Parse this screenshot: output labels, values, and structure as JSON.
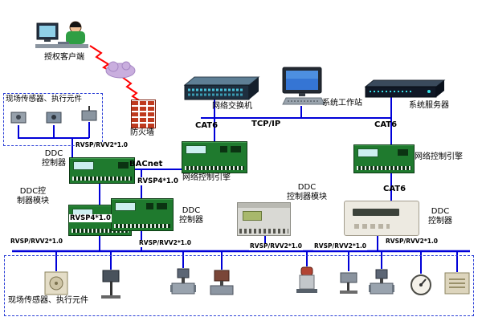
{
  "colors": {
    "wire_blue": "#0000d8",
    "lightning_red": "#ff0000",
    "dashed_zone_blue": "#2b3fd6",
    "pcb_green": "#1f7a2e",
    "firewall_red": "#bf3a1e",
    "cloud_purple": "#c9aede"
  },
  "nodes": {
    "client": {
      "label": "授权客户端"
    },
    "firewall": {
      "label": "防火墙"
    },
    "network_switch": {
      "label": "网络交换机"
    },
    "workstation": {
      "label": "系统工作站"
    },
    "server": {
      "label": "系统服务器"
    },
    "engine_left": {
      "label": "网络控制引擎"
    },
    "engine_right": {
      "label": "网络控制引擎"
    },
    "ddc_left": {
      "line1": "DDC",
      "line2": "控制器"
    },
    "ddc_module_left": {
      "line1": "DDC控",
      "line2": "制器模块"
    },
    "ddc_mid": {
      "line1": "DDC",
      "line2": "控制器"
    },
    "ddc_module_mid": {
      "line1": "DDC",
      "line2": "控制器模块"
    },
    "ddc_right": {
      "line1": "DDC",
      "line2": "控制器"
    },
    "field_zone_top": {
      "label": "现场传感器、执行元件"
    },
    "field_zone_bottom": {
      "label": "现场传感器、执行元件"
    }
  },
  "links": {
    "tcpip": "TCP/IP",
    "bacnet": "BACnet",
    "cat6_top_left": "CAT6",
    "cat6_top_right": "CAT6",
    "cat6_mid_right": "CAT6",
    "rvsp4_a": "RVSP4*1.0",
    "rvsp4_b": "RVSP4*1.0",
    "rvsp_top": "RVSP/RVV2*1.0",
    "rvsp_bottom": [
      "RVSP/RVV2*1.0",
      "RVSP/RVV2*1.0",
      "RVSP/RVV2*1.0",
      "RVSP/RVV2*1.0",
      "RVSP/RVV2*1.0"
    ]
  },
  "icons": {
    "field_devices_top": [
      "field-sensor",
      "field-sensor",
      "wireless-sensor"
    ],
    "field_devices_bottom": [
      "thermostat",
      "duct-sensor",
      "valve-actuator",
      "damper-actuator",
      "actuator",
      "pipe-sensor",
      "valve-actuator",
      "gauge",
      "thermostat"
    ]
  }
}
